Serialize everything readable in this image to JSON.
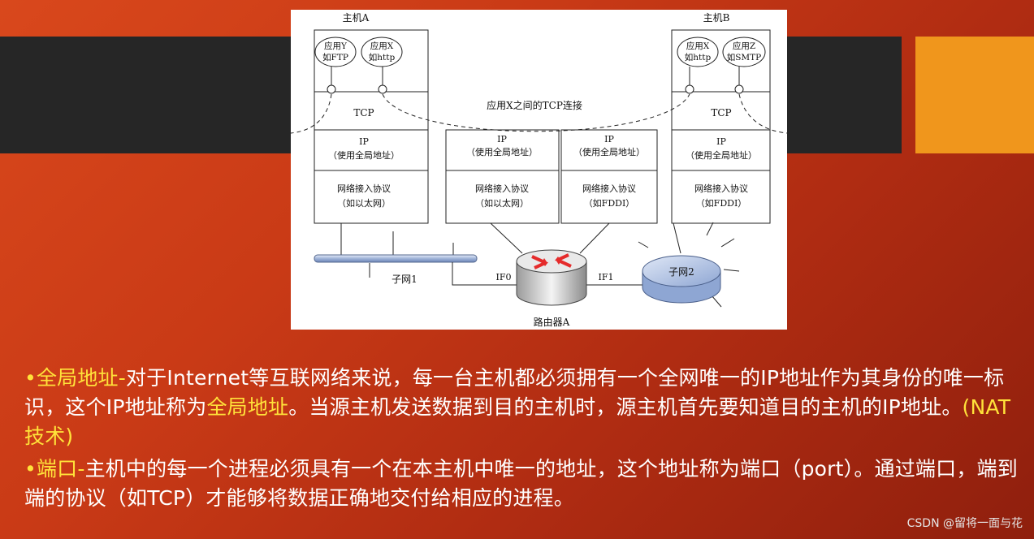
{
  "diagram": {
    "host_a": {
      "title": "主机A",
      "apps": [
        {
          "line1": "应用Y",
          "line2": "如FTP"
        },
        {
          "line1": "应用X",
          "line2": "如http"
        }
      ],
      "tcp": "TCP",
      "ip_line1": "IP",
      "ip_line2": "（使用全局地址）",
      "net_line1": "网络接入协议",
      "net_line2": "（如以太网）"
    },
    "host_b": {
      "title": "主机B",
      "apps": [
        {
          "line1": "应用X",
          "line2": "如http"
        },
        {
          "line1": "应用Z",
          "line2": "如SMTP"
        }
      ],
      "tcp": "TCP",
      "ip_line1": "IP",
      "ip_line2": "（使用全局地址）",
      "net_line1": "网络接入协议",
      "net_line2": "（如FDDI）"
    },
    "router_stack_left": {
      "ip_line1": "IP",
      "ip_line2": "（使用全局地址）",
      "net_line1": "网络接入协议",
      "net_line2": "（如以太网）"
    },
    "router_stack_right": {
      "ip_line1": "IP",
      "ip_line2": "（使用全局地址）",
      "net_line1": "网络接入协议",
      "net_line2": "（如FDDI）"
    },
    "tcp_connection_label": "应用X之间的TCP连接",
    "subnet1": "子网1",
    "subnet2": "子网2",
    "if0": "IF0",
    "if1": "IF1",
    "router": "路由器A"
  },
  "bullets": {
    "b1": {
      "term": "全局地址-",
      "text1": "对于Internet等互联网络来说，每一台主机都必须拥有一个全网唯一的IP地址作为其身份的唯一标识，这个IP地址称为",
      "term2": "全局地址",
      "text2": "。当源主机发送数据到目的主机时，源主机首先要知道目的主机的IP地址。",
      "note": "(NAT技术)"
    },
    "b2": {
      "term": "端口-",
      "text": "主机中的每一个进程必须具有一个在本主机中唯一的地址，这个地址称为端口（port）。通过端口，端到端的协议（如TCP）才能够将数据正确地交付给相应的进程。"
    }
  },
  "watermark": "CSDN @留将一面与花",
  "colors": {
    "background": "#c93a16",
    "band_dark": "#262626",
    "band_orange": "#f0961c",
    "highlight": "#ffe23a",
    "router_arrows": "#e52b2b",
    "subnet_fill": "#b4c6e6"
  }
}
